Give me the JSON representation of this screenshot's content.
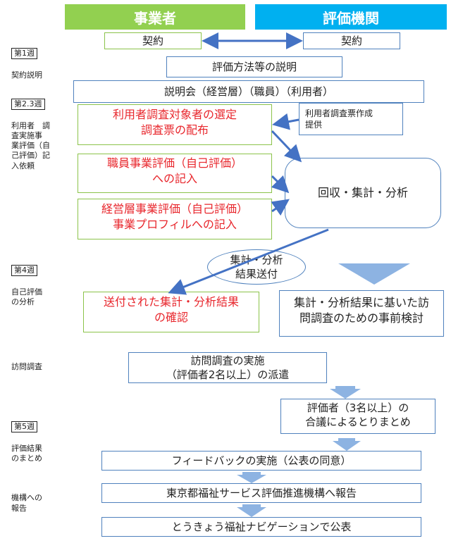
{
  "headers": {
    "left": "事業者",
    "right": "評価機関",
    "left_color": "#92d050",
    "right_color": "#00b0f0"
  },
  "steps": {
    "contract_left": "契約",
    "contract_right": "契約",
    "explain_method": "評価方法等の説明",
    "briefing": "説明会（経営層）（職員）（利用者）",
    "user_survey": "利用者調査対象者の選定\n調査票の配布",
    "survey_sheet": "利用者調査票作成\n提供",
    "staff_eval": "職員事業評価（自己評価）\nへの記入",
    "mgmt_eval": "経営層事業評価（自己評価）\n事業プロフィルへの記入",
    "collect": "回収・集計・分析",
    "send_results": "集計・分析\n結果送付",
    "confirm": "送付された集計・分析結果\nの確認",
    "pre_review": "集計・分析結果に基いた訪\n問調査のための事前検討",
    "visit": "訪問調査の実施\n（評価者2名以上）の派遣",
    "consensus": "評価者（3名以上）の\n合議によるとりまとめ",
    "feedback": "フィードバックの実施（公表の同意）",
    "report": "東京都福祉サービス評価推進機構へ報告",
    "publish": "とうきょう福祉ナビゲーションで公表"
  },
  "weeks": [
    {
      "label": "第1週",
      "desc": "契約説明"
    },
    {
      "label": "第2.3週",
      "desc": "利用者　調\n査実施事\n業評価（自\n己評価）記\n入依頼"
    },
    {
      "label": "第4週",
      "desc": "自己評価\nの分析"
    },
    {
      "label": "",
      "desc": "訪問調査"
    },
    {
      "label": "第5週",
      "desc": "評価結果\nのまとめ"
    },
    {
      "label": "",
      "desc": "機構への\n報告"
    }
  ],
  "colors": {
    "border_blue": "#4f81bd",
    "border_green": "#8bc34a",
    "arrow_blue": "#4472c4",
    "big_arrow": "#8db3e2",
    "red_text": "#e8262c"
  }
}
